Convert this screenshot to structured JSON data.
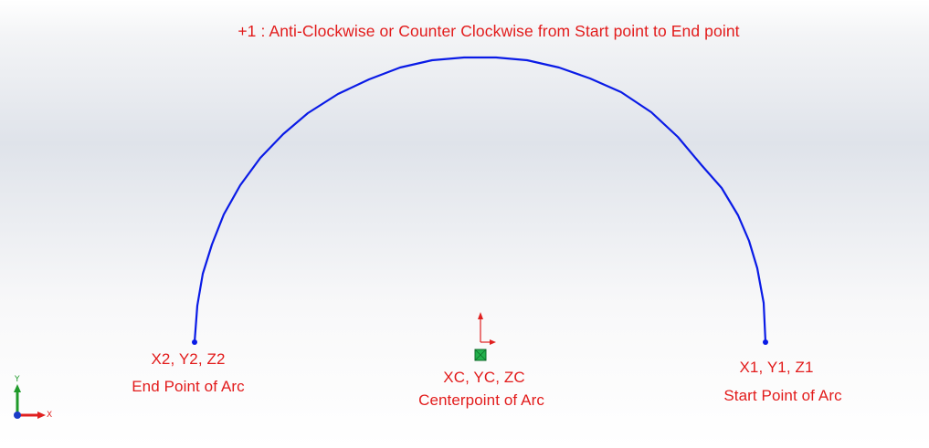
{
  "annotation": {
    "direction": "+1 : Anti-Clockwise or Counter Clockwise from Start point to End point"
  },
  "points": {
    "end": {
      "coords": "X2, Y2, Z2",
      "caption": "End Point of Arc"
    },
    "center": {
      "coords": "XC, YC, ZC",
      "caption": "Centerpoint of Arc"
    },
    "start": {
      "coords": "X1, Y1, Z1",
      "caption": "Start Point of Arc"
    }
  },
  "triad": {
    "x_label": "X",
    "y_label": "Y"
  },
  "colors": {
    "arc": "#0a1be6",
    "annotation_text": "#e21b1b",
    "axis_x": "#e02020",
    "axis_y": "#1f9a2a",
    "origin": "#1a3cc8",
    "center_marker": "#22b14c"
  }
}
